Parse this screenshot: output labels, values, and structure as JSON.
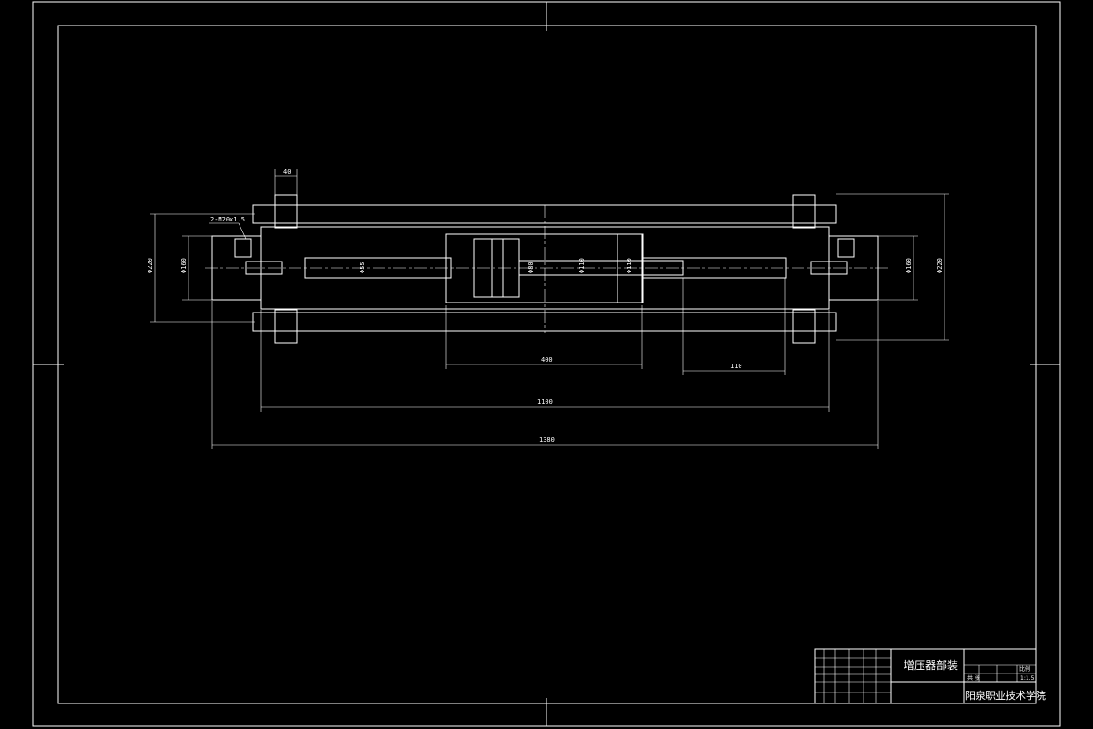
{
  "drawing": {
    "title": "增压器部装",
    "school": "阳泉职业技术学院",
    "background": "#000000",
    "line_color": "#ffffff"
  },
  "dimensions": {
    "bolt_thickness": "40",
    "port_thread": "2-M20x1.5",
    "dia_left_outer": "Φ220",
    "dia_left_inner": "Φ160",
    "dia_small_bore": "Φ55",
    "dia_piston": "Φ80",
    "dia_rod": "Φ110",
    "dia_rod_right": "Φ110",
    "dia_right_bore": "Φ160",
    "dia_right_outer": "Φ220",
    "stroke": "400",
    "small_len": "110",
    "overall_1100": "1100",
    "overall_total": "1380"
  },
  "title_block": {
    "scale_label": "比例",
    "scale_value": "1:1.5",
    "sheet_label": "共 张"
  }
}
